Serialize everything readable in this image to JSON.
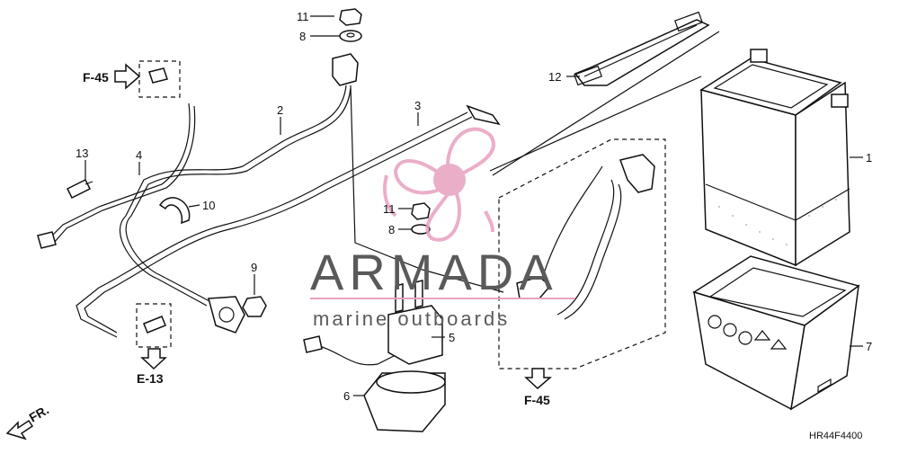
{
  "callouts": {
    "c1": "1",
    "c2": "2",
    "c3": "3",
    "c4": "4",
    "c5": "5",
    "c6": "6",
    "c7": "7",
    "c8a": "8",
    "c8b": "8",
    "c9": "9",
    "c10": "10",
    "c11a": "11",
    "c11b": "11",
    "c12": "12",
    "c13": "13"
  },
  "references": {
    "f45_top": "F-45",
    "f45_bottom": "F-45",
    "e13": "E-13",
    "front": "FR."
  },
  "watermark": {
    "brand": "ARMADA",
    "tagline": "marine outboards",
    "logo_color": "#e8a0c0"
  },
  "diagram_code": "HR44F4400"
}
